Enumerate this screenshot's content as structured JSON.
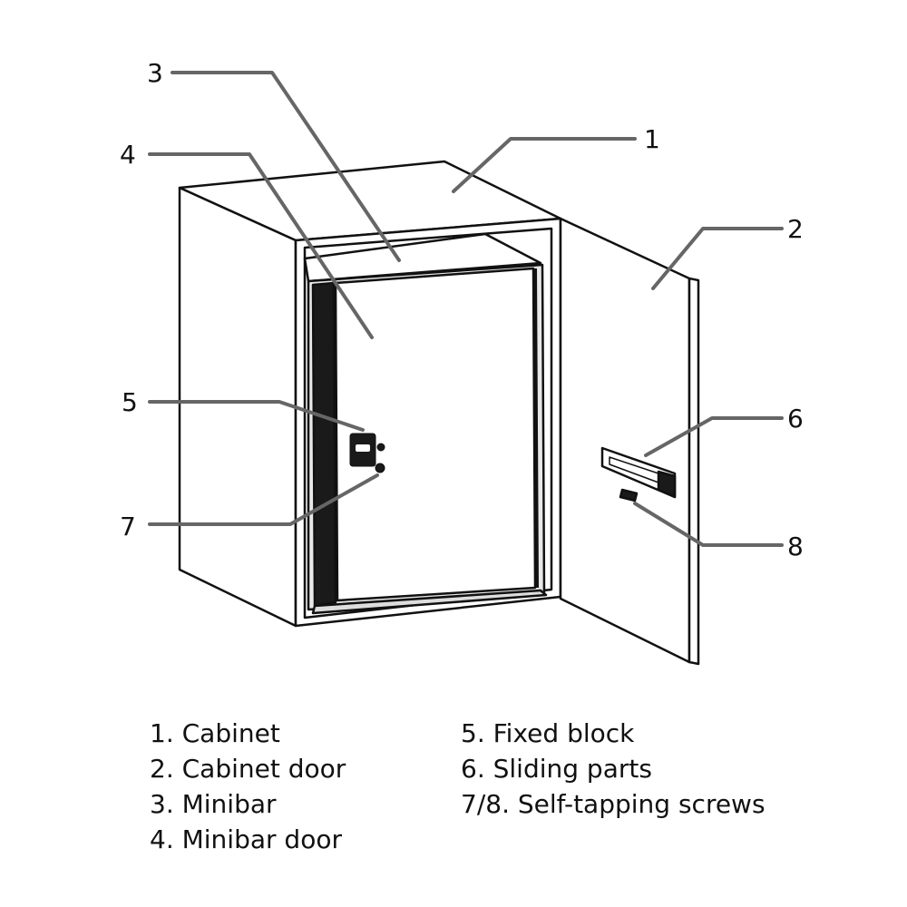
{
  "callouts": {
    "c1": "1",
    "c2": "2",
    "c3": "3",
    "c4": "4",
    "c5": "5",
    "c6": "6",
    "c7": "7",
    "c8": "8"
  },
  "legend": {
    "left": [
      "1. Cabinet",
      "2. Cabinet door",
      "3. Minibar",
      "4. Minibar door"
    ],
    "right": [
      "5. Fixed block",
      "6. Sliding parts",
      "7/8. Self-tapping screws"
    ]
  },
  "colors": {
    "outline": "#111111",
    "leader": "#666666",
    "background": "#ffffff"
  }
}
